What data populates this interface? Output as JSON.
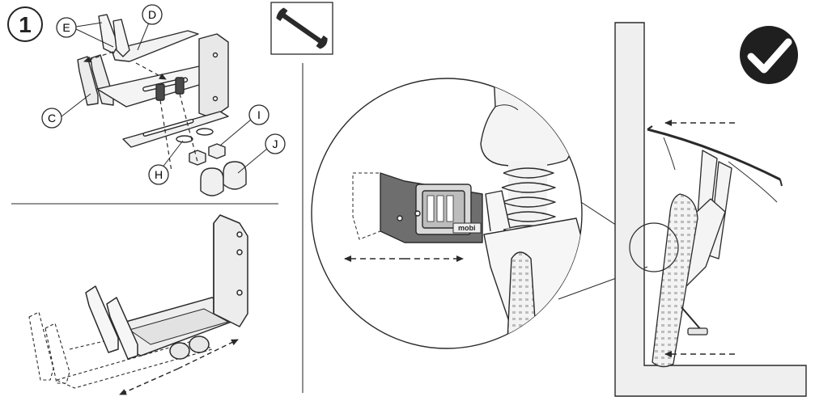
{
  "step": {
    "number": "1"
  },
  "labels": {
    "c": "C",
    "d": "D",
    "e": "E",
    "h": "H",
    "i": "I",
    "j": "J"
  },
  "pedal_brand": "mobi",
  "icons": {
    "tool": "wrench-icon",
    "check": "checkmark-icon"
  },
  "colors": {
    "line": "#2a2a2a",
    "bracket": "#e6e6e6",
    "pedal_plate": "#6e6e6e",
    "check_bg": "#1f1f1f",
    "divider": "#555555"
  }
}
